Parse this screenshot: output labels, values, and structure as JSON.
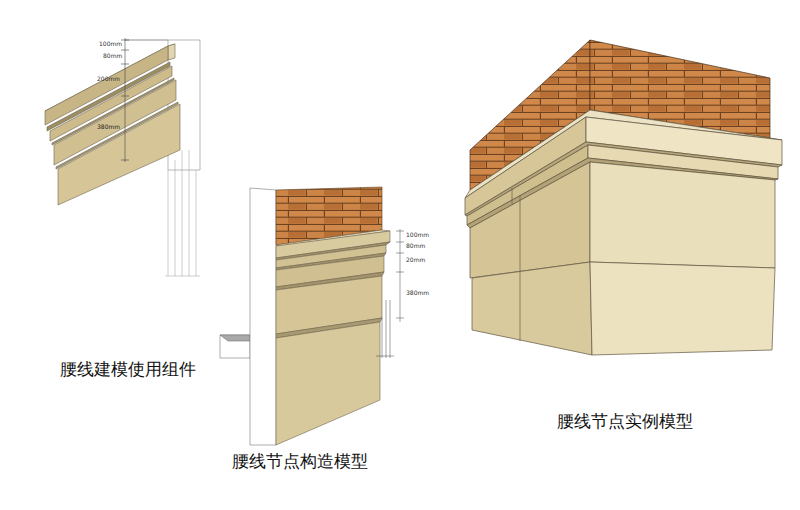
{
  "diagram": {
    "labels": [
      "100mm",
      "80mm",
      "200mm",
      "380mm",
      "腰线建模使用组件",
      "100mm",
      "80mm",
      "20mm",
      "380mm",
      "腰线节点构造模型",
      "腰线节点实例模型"
    ]
  }
}
